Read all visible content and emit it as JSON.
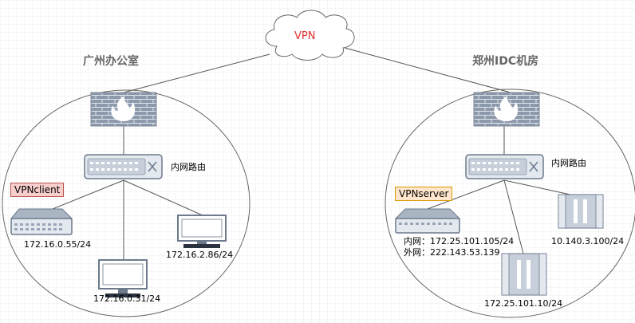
{
  "cloud": {
    "label": "VPN",
    "label_color": "#e03030"
  },
  "left_site": {
    "title": "广州办公室",
    "router_label": "内网路由",
    "vpn_tag": {
      "label": "VPNclient",
      "bg": "#f8cecc",
      "border": "#b85450"
    },
    "hosts": [
      {
        "label": "172.16.0.55/24",
        "icon": "server-icon"
      },
      {
        "label": "172.16.0.31/24",
        "icon": "monitor-icon"
      },
      {
        "label": "172.16.2.86/24",
        "icon": "monitor-icon"
      }
    ]
  },
  "right_site": {
    "title": "郑州IDC机房",
    "router_label": "内网路由",
    "vpn_tag": {
      "label": "VPNserver",
      "bg": "#ffe6cc",
      "border": "#d79b00"
    },
    "vpn_server": {
      "inner_label": "内网：",
      "inner_ip": "172.25.101.105/24",
      "outer_label": "外网：",
      "outer_ip": "222.143.53.139"
    },
    "hosts": [
      {
        "label": "172.25.101.10/24",
        "icon": "server-rack-icon"
      },
      {
        "label": "10.140.3.100/24",
        "icon": "server-rack-icon"
      }
    ]
  },
  "colors": {
    "stroke": "#666666",
    "device_fill": "#d6dde8",
    "device_stroke": "#6c7a8c",
    "firewall": "#8c99ab"
  }
}
